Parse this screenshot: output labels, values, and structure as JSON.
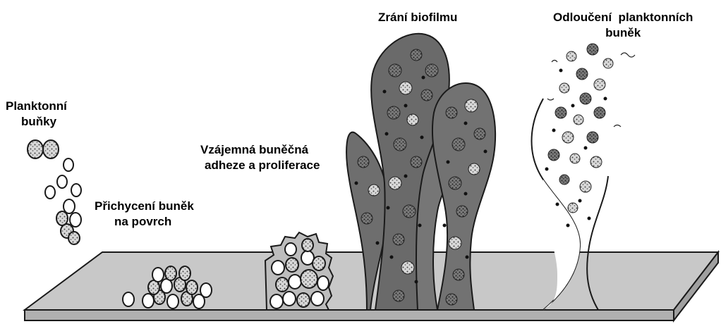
{
  "stages": {
    "planktonic": {
      "line1": "Planktonní",
      "line2": "buňky"
    },
    "attachment": {
      "line1": "Přichycení buněk",
      "line2": "na povrch"
    },
    "adhesion": {
      "line1": "Vzájemná buněčná",
      "line2": "adheze a proliferace"
    },
    "maturation": {
      "line1": "Zrání biofilmu"
    },
    "detachment": {
      "line1": "Odloučení  planktonních",
      "line2": "buněk"
    }
  },
  "colors": {
    "surface_fill": "#c8c8c8",
    "biofilm_fill": "#6e6e6e",
    "outline": "#1a1a1a",
    "text": "#000000"
  }
}
